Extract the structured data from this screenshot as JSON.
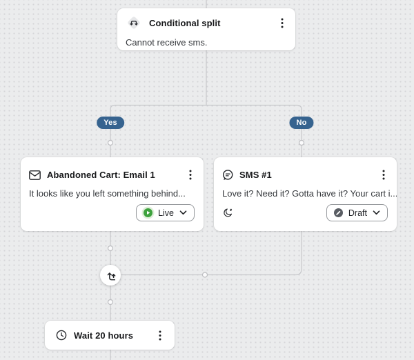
{
  "canvas": {
    "background_color": "#ebeced",
    "dot_color": "#d4d5d8",
    "connector_color": "#c7c8cb",
    "branch_badge_color": "#36638f"
  },
  "nodes": {
    "conditional_split": {
      "title": "Conditional split",
      "description": "Cannot receive sms.",
      "icon": "conditional-split-icon",
      "menu_icon": "kebab-menu-icon"
    },
    "branches": {
      "yes_label": "Yes",
      "no_label": "No"
    },
    "email": {
      "title": "Abandoned Cart: Email 1",
      "preview": "It looks like you left something behind...",
      "icon": "envelope-icon",
      "status": {
        "label": "Live",
        "icon": "live-play-icon",
        "color": "#3da23d"
      }
    },
    "sms": {
      "title": "SMS #1",
      "preview": "Love it? Need it? Gotta have it? Your cart i...",
      "icon": "sms-bubble-icon",
      "smart_sending_icon": "quiet-hours-moon-icon",
      "status": {
        "label": "Draft",
        "icon": "draft-pencil-icon",
        "color": "#595d63"
      }
    },
    "wait": {
      "title": "Wait 20 hours",
      "icon": "clock-icon"
    },
    "merge": {
      "icon": "merge-arrows-icon"
    }
  }
}
